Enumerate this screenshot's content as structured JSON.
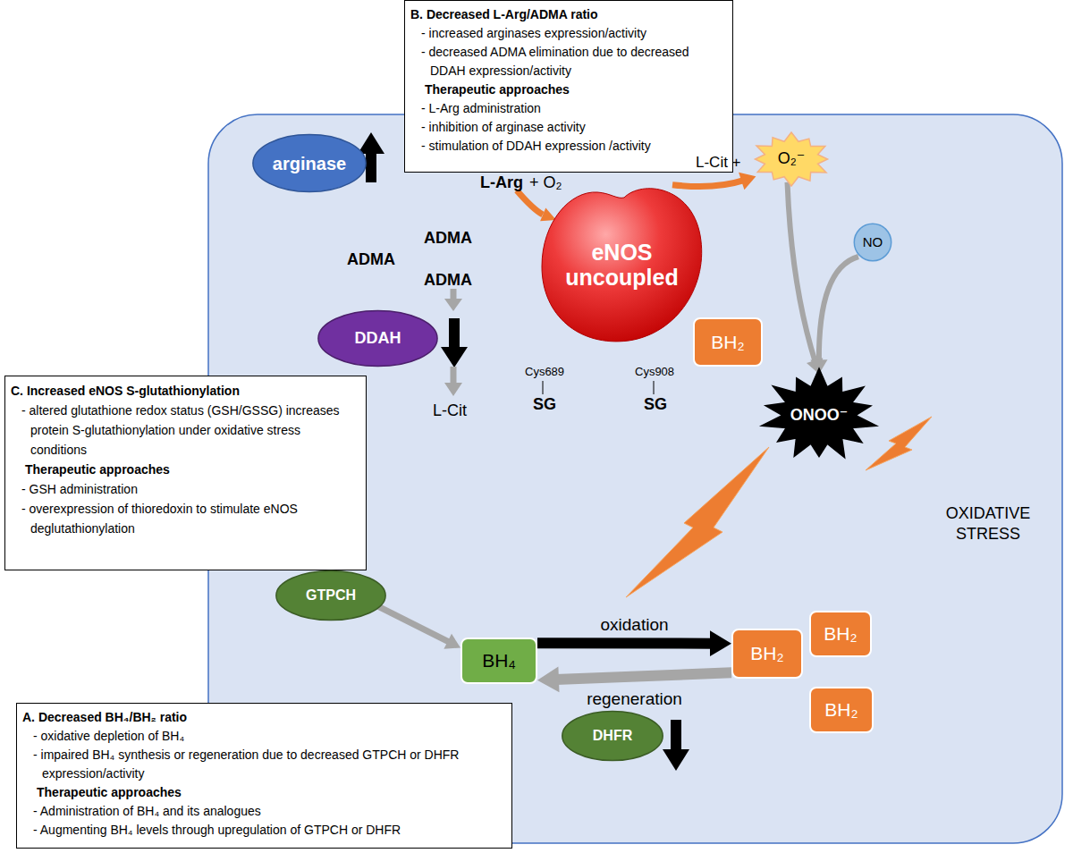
{
  "diagram": {
    "nodes": [
      {
        "text": [
          "B. Decreased L-Arg/ADMA ratio",
          "- increased arginases expression/activity",
          "- decreased ADMA elimination due to decreased DDAH expression/activity",
          "Therapeutic approaches",
          "- L-Arg administration",
          "- inhibition of arginase activity",
          "- stimulation of DDAH expression /activity"
        ]
      },
      {
        "text": [
          "arginase"
        ]
      },
      {
        "text": [
          "O₂⁻"
        ]
      },
      {
        "text": [
          "eNOS uncoupled"
        ]
      },
      {
        "text": [
          "NO"
        ]
      },
      {
        "text": [
          "DDAH"
        ]
      },
      {
        "text": [
          "BH₂"
        ]
      },
      {
        "text": [
          "ONOO⁻"
        ]
      },
      {
        "text": [
          "C. Increased eNOS S-glutathionylation",
          "- altered glutathione redox status (GSH/GSSG) increases protein S-glutathionylation under oxidative stress conditions",
          "Therapeutic approaches",
          "- GSH administration",
          "- overexpression of thioredoxin to stimulate eNOS deglutathionylation"
        ]
      },
      {
        "text": [
          "GTPCH"
        ]
      },
      {
        "text": [
          "BH₄"
        ]
      },
      {
        "text": [
          "BH₂"
        ]
      },
      {
        "text": [
          "BH₂"
        ]
      },
      {
        "text": [
          "BH₂"
        ]
      },
      {
        "text": [
          "DHFR"
        ]
      },
      {
        "text": [
          "A. Decreased BH₄/BH₂ ratio",
          "- oxidative depletion of BH₄",
          "- impaired BH₄ synthesis or regeneration due to decreased GTPCH or DHFR expression/activity",
          "Therapeutic approaches",
          "- Administration of BH₄ and its analogues",
          "- Augmenting BH₄ levels through upregulation of GTPCH or DHFR"
        ]
      }
    ],
    "edges": [
      {
        "from": 3,
        "to": 2,
        "arrow": "to"
      },
      {
        "from": 2,
        "to": 7,
        "arrow": "to"
      },
      {
        "from": 4,
        "to": 7,
        "arrow": "to"
      },
      {
        "from": 9,
        "to": 10,
        "arrow": "to"
      },
      {
        "from": 10,
        "to": 12,
        "label": "oxidation",
        "arrow": "to"
      },
      {
        "from": 12,
        "to": 10,
        "label": "regeneration",
        "arrow": "to"
      }
    ],
    "labels": [
      "L-Arg",
      "+ O₂",
      "L-Cit +",
      "ADMA",
      "ADMA",
      "ADMA",
      "L-Cit",
      "Cys689",
      "SG",
      "Cys908",
      "SG",
      "OXIDATIVE STRESS"
    ]
  }
}
